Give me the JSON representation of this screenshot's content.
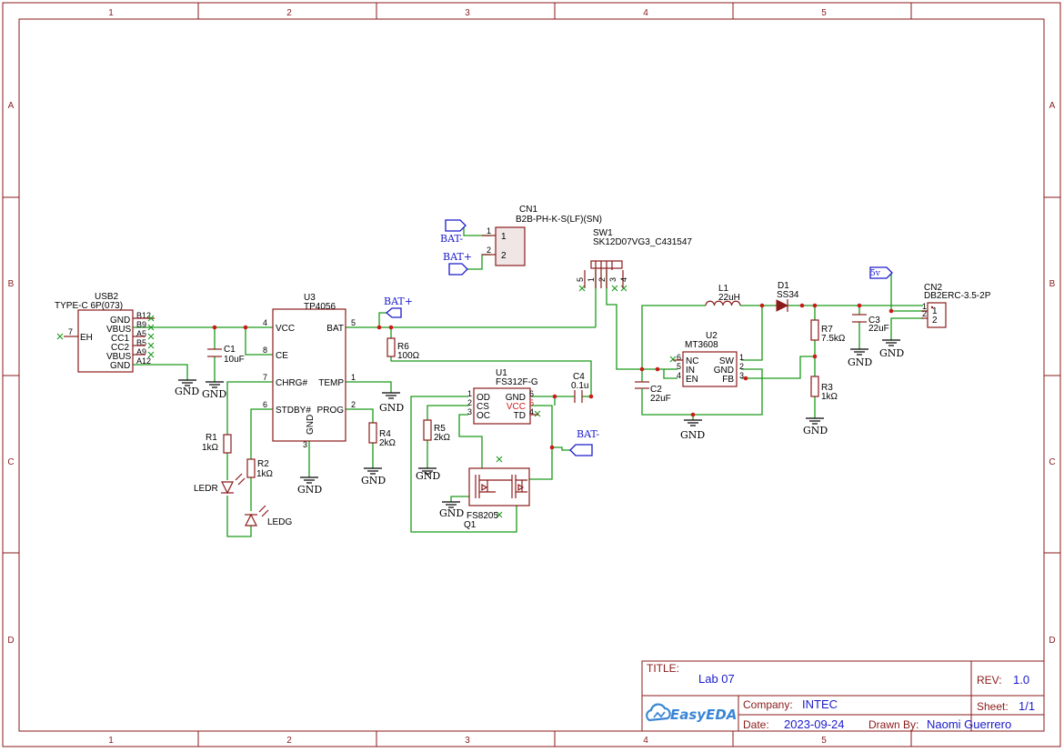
{
  "sheet": {
    "columns": [
      "1",
      "2",
      "3",
      "4",
      "5"
    ],
    "rows": [
      "A",
      "B",
      "C",
      "D"
    ]
  },
  "title_block": {
    "title_label": "TITLE:",
    "title_value": "Lab 07",
    "rev_label": "REV:",
    "rev_value": "1.0",
    "company_label": "Company:",
    "company_value": "INTEC",
    "sheet_label": "Sheet:",
    "sheet_value": "1/1",
    "date_label": "Date:",
    "date_value": "2023-09-24",
    "drawn_label": "Drawn By:",
    "drawn_value": "Naomi Guerrero",
    "logo_text": "EasyEDA"
  },
  "components": {
    "usb2": {
      "ref": "USB2",
      "value": "TYPE-C 6P(073)",
      "pins": [
        "GND",
        "VBUS",
        "CC1",
        "CC2",
        "VBUS",
        "GND"
      ],
      "pin_nums": [
        "B12",
        "B9",
        "A5",
        "B5",
        "A9",
        "A12"
      ],
      "eh_num": "7",
      "eh": "EH"
    },
    "u3": {
      "ref": "U3",
      "value": "TP4056",
      "left": [
        "VCC",
        "CE",
        "CHRG#",
        "STDBY#"
      ],
      "left_nums": [
        "4",
        "8",
        "7",
        "6"
      ],
      "right": [
        "BAT",
        "TEMP",
        "PROG"
      ],
      "right_nums": [
        "5",
        "1",
        "2"
      ],
      "bottom": "GND",
      "bottom_num": "3"
    },
    "c1": {
      "ref": "C1",
      "value": "10uF"
    },
    "r1": {
      "ref": "R1",
      "value": "1kΩ"
    },
    "r2": {
      "ref": "R2",
      "value": "1kΩ"
    },
    "ledr": {
      "ref": "LEDR"
    },
    "ledg": {
      "ref": "LEDG"
    },
    "r4": {
      "ref": "R4",
      "value": "2kΩ"
    },
    "r6": {
      "ref": "R6",
      "value": "100Ω"
    },
    "cn1": {
      "ref": "CN1",
      "value": "B2B-PH-K-S(LF)(SN)",
      "pins": [
        "1",
        "2"
      ]
    },
    "sw1": {
      "ref": "SW1",
      "value": "SK12D07VG3_C431547",
      "pins": [
        "5",
        "1",
        "2",
        "3",
        "4"
      ]
    },
    "u1": {
      "ref": "U1",
      "value": "FS312F-G",
      "left": [
        "OD",
        "CS",
        "OC"
      ],
      "left_nums": [
        "1",
        "2",
        "3"
      ],
      "right": [
        "GND",
        "VCC",
        "TD"
      ],
      "right_nums": [
        "6",
        "5",
        "4"
      ]
    },
    "c4": {
      "ref": "C4",
      "value": "0.1u"
    },
    "r5": {
      "ref": "R5",
      "value": "2kΩ"
    },
    "q1": {
      "ref": "Q1",
      "value": "FS8205"
    },
    "l1": {
      "ref": "L1",
      "value": "22uH"
    },
    "d1": {
      "ref": "D1",
      "value": "SS34"
    },
    "u2": {
      "ref": "U2",
      "value": "MT3608",
      "left": [
        "NC",
        "IN",
        "EN"
      ],
      "left_nums": [
        "6",
        "5",
        "4"
      ],
      "right": [
        "SW",
        "GND",
        "FB"
      ],
      "right_nums": [
        "1",
        "2",
        "3"
      ]
    },
    "c2": {
      "ref": "C2",
      "value": "22uF"
    },
    "r7": {
      "ref": "R7",
      "value": "7.5kΩ"
    },
    "r3": {
      "ref": "R3",
      "value": "1kΩ"
    },
    "c3": {
      "ref": "C3",
      "value": "22uF"
    },
    "cn2": {
      "ref": "CN2",
      "value": "DB2ERC-3.5-2P",
      "pins": [
        "1",
        "2"
      ]
    }
  },
  "nets": {
    "gnd": "GND",
    "bat_plus": "BAT+",
    "bat_minus": "BAT-",
    "v5": "5v"
  }
}
